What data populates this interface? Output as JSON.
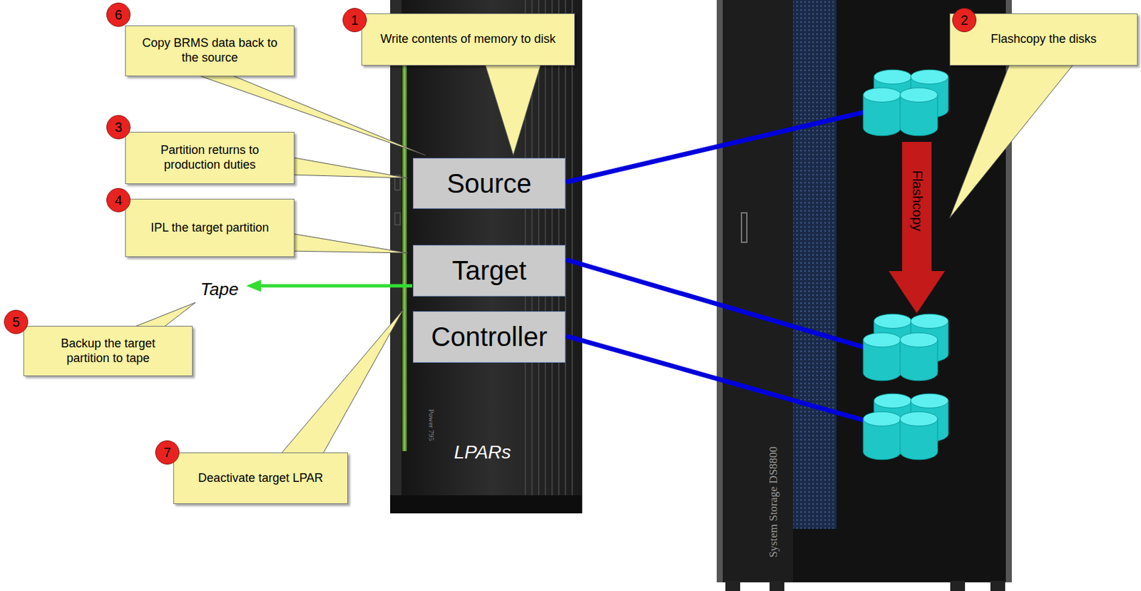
{
  "diagram": {
    "nodes": [
      {
        "text": [
          "Copy BRMS data back to the source"
        ]
      },
      {
        "text": [
          "Write contents of memory to disk"
        ]
      },
      {
        "text": [
          "Flashcopy the disks"
        ]
      },
      {
        "text": [
          "Partition returns to production duties"
        ]
      },
      {
        "text": [
          "Source"
        ]
      },
      {
        "text": [
          "IPL the target partition"
        ]
      },
      {
        "text": [
          "Target"
        ]
      },
      {
        "text": [
          "Controller"
        ]
      },
      {
        "text": [
          "Backup the target partition to tape"
        ]
      },
      {
        "text": [
          "Deactivate target LPAR"
        ]
      }
    ],
    "labels": [
      "6",
      "1",
      "2",
      "3",
      "4",
      "5",
      "7",
      "Tape",
      "Flashcopy",
      "LPARs",
      "Power 795",
      "System Storage DS8800"
    ]
  }
}
